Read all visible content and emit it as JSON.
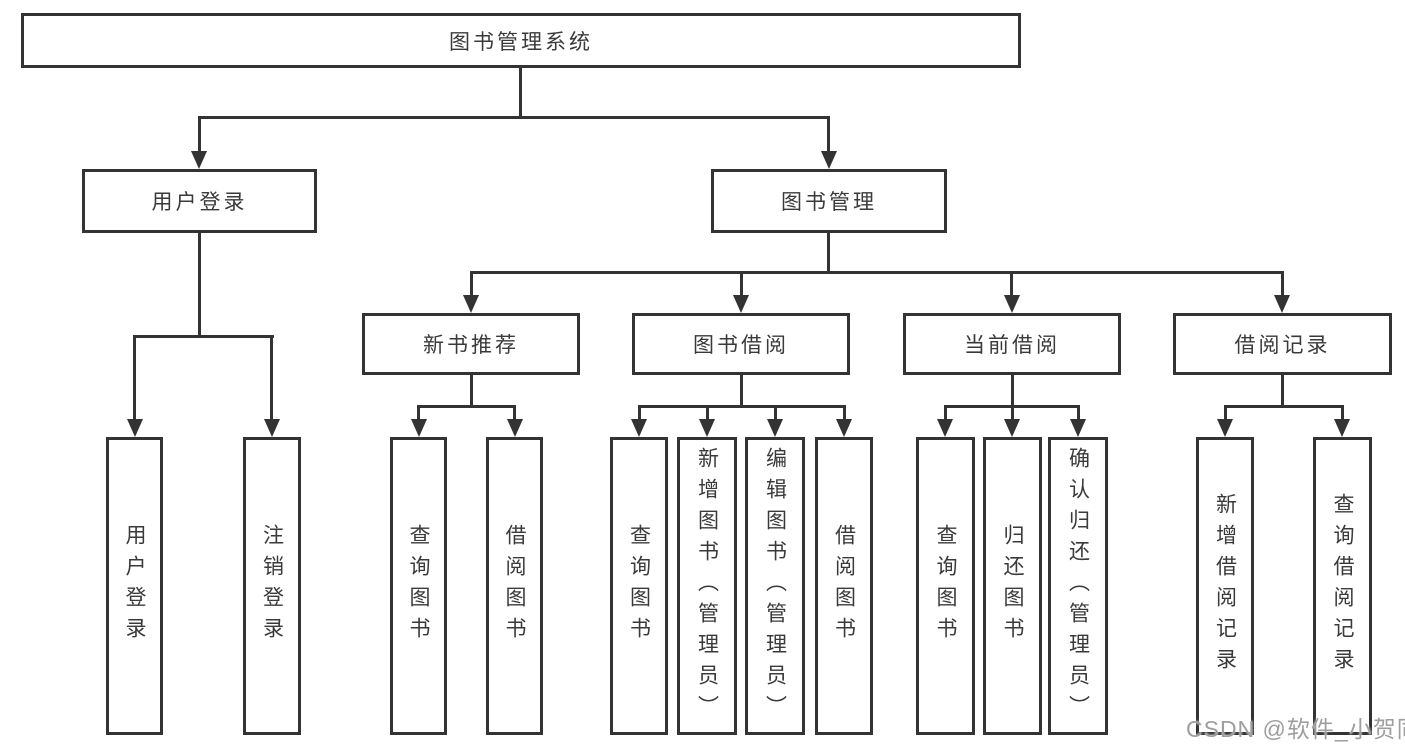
{
  "colors": {
    "line": "#333333",
    "box_border": "#333333",
    "text": "#3a3a3a",
    "background": "#ffffff",
    "watermark": "#9e9e9e"
  },
  "root": {
    "label": "图书管理系统"
  },
  "branches": [
    {
      "label": "用户登录",
      "leaves": [
        {
          "label": "用户登录"
        },
        {
          "label": "注销登录"
        }
      ]
    },
    {
      "label": "图书管理",
      "groups": [
        {
          "label": "新书推荐",
          "leaves": [
            {
              "label": "查询图书"
            },
            {
              "label": "借阅图书"
            }
          ]
        },
        {
          "label": "图书借阅",
          "leaves": [
            {
              "label": "查询图书"
            },
            {
              "label": "新增图书（管理员）"
            },
            {
              "label": "编辑图书（管理员）"
            },
            {
              "label": "借阅图书"
            }
          ]
        },
        {
          "label": "当前借阅",
          "leaves": [
            {
              "label": "查询图书"
            },
            {
              "label": "归还图书"
            },
            {
              "label": "确认归还（管理员）"
            }
          ]
        },
        {
          "label": "借阅记录",
          "leaves": [
            {
              "label": "新增借阅记录"
            },
            {
              "label": "查询借阅记录"
            }
          ]
        }
      ]
    }
  ],
  "watermark": {
    "text": "CSDN @软件_小贺同学"
  }
}
